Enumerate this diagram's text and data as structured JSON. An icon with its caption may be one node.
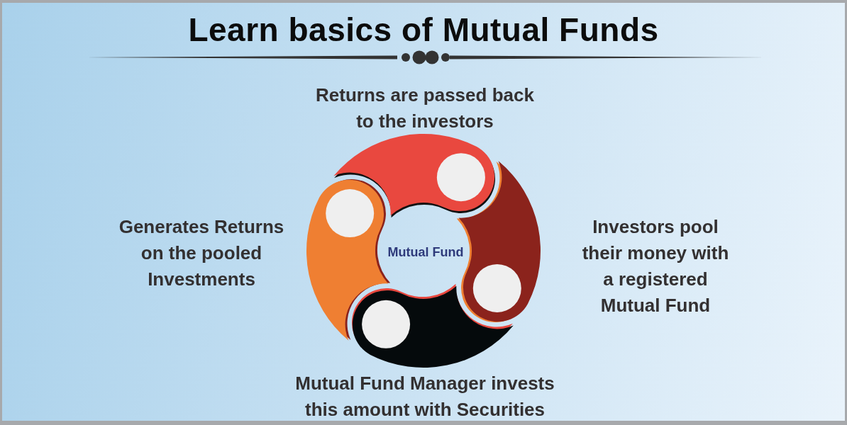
{
  "diagram": {
    "title": "Learn basics of Mutual Funds",
    "nodes": [
      {
        "text": [],
        "shape": "segment",
        "beside": [
          "Returns are passed back to the investors"
        ]
      },
      {
        "text": [],
        "shape": "segment",
        "beside": [
          "Generates Returns on the pooled Investments"
        ]
      },
      {
        "text": [],
        "shape": "segment",
        "beside": [
          "Investors pool their money with a registered Mutual Fund"
        ]
      },
      {
        "text": [],
        "shape": "segment",
        "beside": [
          "Mutual Fund Manager invests this amount with Securities"
        ]
      }
    ],
    "labels": [
      "Mutual Fund"
    ]
  }
}
